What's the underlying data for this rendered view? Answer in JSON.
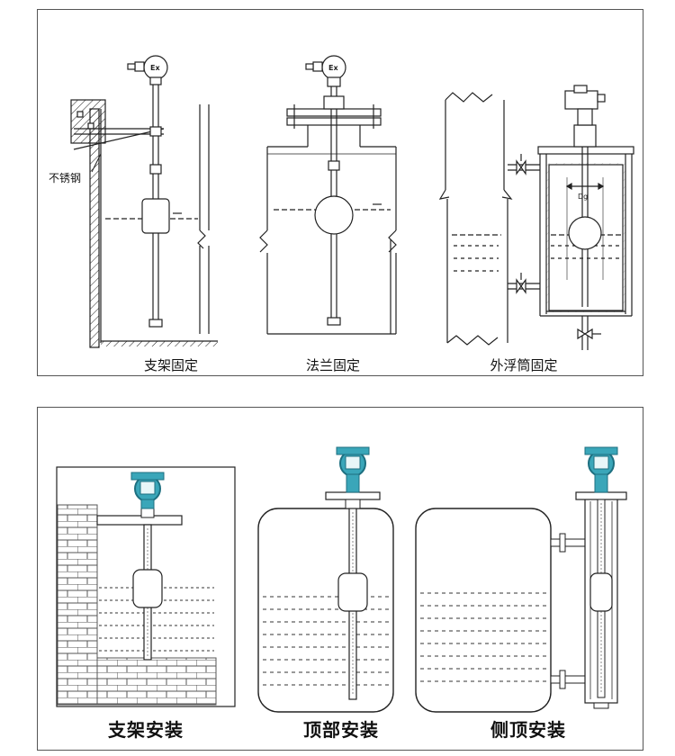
{
  "top_panel": {
    "ex_badge": "Ex",
    "stainless_label": "不锈钢",
    "dg_label": "Dg",
    "captions": {
      "bracket": "支架固定",
      "flange": "法兰固定",
      "external": "外浮筒固定"
    }
  },
  "bottom_panel": {
    "captions": {
      "bracket": "支架安装",
      "top": "顶部安装",
      "side": "侧顶安装"
    }
  },
  "colors": {
    "line": "#222222",
    "transmitter": "#3aa6b9",
    "transmitter_dark": "#1d6f80"
  }
}
